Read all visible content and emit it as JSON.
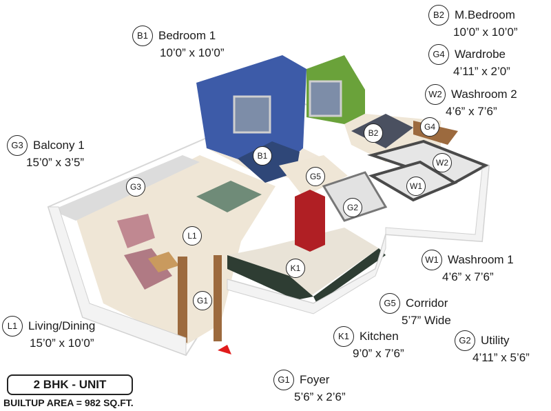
{
  "rooms": [
    {
      "code": "B1",
      "name": "Bedroom 1",
      "dims": "10’0” x 10’0”"
    },
    {
      "code": "B2",
      "name": "M.Bedroom",
      "dims": "10’0” x 10’0”"
    },
    {
      "code": "G4",
      "name": "Wardrobe",
      "dims": "4’11” x 2’0”"
    },
    {
      "code": "W2",
      "name": "Washroom 2",
      "dims": "4’6” x 7’6”"
    },
    {
      "code": "G3",
      "name": "Balcony 1",
      "dims": "15’0” x 3’5”"
    },
    {
      "code": "W1",
      "name": "Washroom 1",
      "dims": "4’6” x 7’6”"
    },
    {
      "code": "G5",
      "name": "Corridor",
      "dims": "5’7” Wide"
    },
    {
      "code": "L1",
      "name": "Living/Dining",
      "dims": "15’0” x 10’0”"
    },
    {
      "code": "K1",
      "name": "Kitchen",
      "dims": "9’0” x 7’6”"
    },
    {
      "code": "G2",
      "name": "Utility",
      "dims": "4’11” x 5’6”"
    },
    {
      "code": "G1",
      "name": "Foyer",
      "dims": "5’6” x 2’6”"
    }
  ],
  "unit": {
    "title": "2 BHK - UNIT",
    "area": "BUILTUP AREA = 982 SQ.FT."
  },
  "tags": [
    "B1",
    "B2",
    "G4",
    "W2",
    "W1",
    "G5",
    "G3",
    "G2",
    "L1",
    "K1",
    "G1"
  ],
  "colors": {
    "bedroom1_wall": "#3d5ba8",
    "master_wall": "#6aa23a",
    "floor": "#efe6d6",
    "fridge": "#b01f24",
    "entry_arrow": "#e11b1b"
  }
}
